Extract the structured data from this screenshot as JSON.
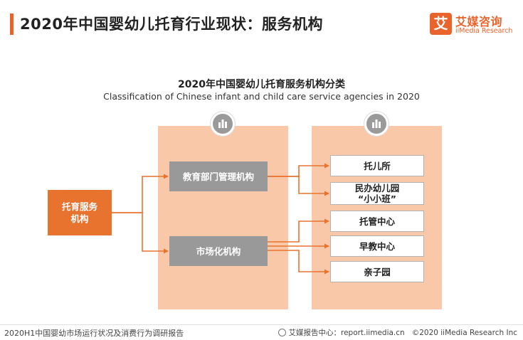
{
  "header": {
    "title": "2020年中国婴幼儿托育行业现状：服务机构"
  },
  "logo": {
    "mark": "艾",
    "name_cn": "艾媒咨询",
    "name_en": "iiMedia Research"
  },
  "diagram": {
    "title": "2020年中国婴幼儿托育服务机构分类",
    "subtitle": "Classification of Chinese infant and child care service agencies in 2020",
    "root": {
      "label": "托育服务机构"
    },
    "categories": [
      {
        "label": "教育部门管理机构"
      },
      {
        "label": "市场化机构"
      }
    ],
    "leaves": [
      {
        "label": "托儿所"
      },
      {
        "line1": "民办幼儿园",
        "line2": "“小小班”"
      },
      {
        "label": "托管中心"
      },
      {
        "label": "早教中心"
      },
      {
        "label": "亲子园"
      }
    ],
    "colors": {
      "accent": "#e8732f",
      "panel": "#f8c8a8",
      "category_box": "#999999",
      "badge": "#9a9a9a"
    },
    "icons": [
      "buildings-icon",
      "buildings-icon"
    ]
  },
  "footer": {
    "report_name": "2020H1中国婴幼市场运行状况及消费行为调研报告",
    "source": "艾媒报告中心：report.iimedia.cn",
    "copyright": "©2020  iiMedia Research  Inc"
  }
}
